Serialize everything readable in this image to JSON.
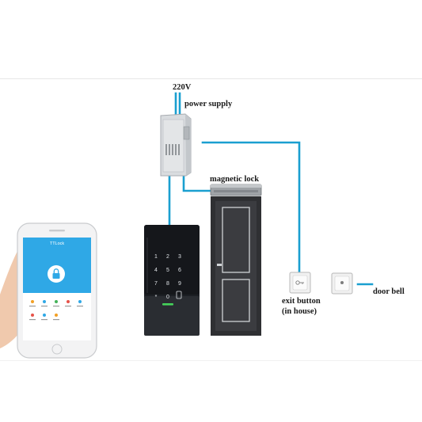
{
  "labels": {
    "voltage": "220V",
    "power_supply": "power supply",
    "magnetic_lock": "magnetic lock",
    "exit_button_line1": "exit button",
    "exit_button_line2": "(in house)",
    "door_bell": "door bell"
  },
  "phone": {
    "app_title": "TTLock"
  },
  "colors": {
    "wire": "#1a9fd0",
    "app_accent": "#2fa8e6",
    "keypad_body": "#1c1f24"
  }
}
